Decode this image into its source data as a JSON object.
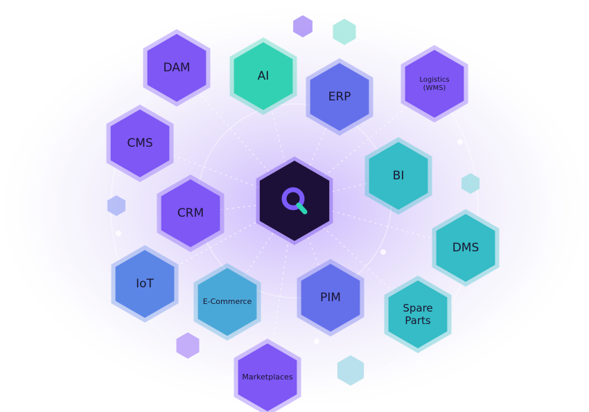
{
  "center": {
    "name": "Q",
    "fill": "#1c1038",
    "accent_primary": "#7c5cff",
    "accent_secondary": "#2ed3b4"
  },
  "palette": {
    "violet": "#7e57f5",
    "indigo": "#6470ea",
    "mint": "#33d1b3",
    "teal": "#35bcc6",
    "blue": "#5b86e6",
    "sky": "#4aa8d8"
  },
  "nodes": [
    {
      "key": "dam",
      "label": "DAM",
      "color": "violet"
    },
    {
      "key": "ai",
      "label": "AI",
      "color": "mint"
    },
    {
      "key": "erp",
      "label": "ERP",
      "color": "indigo"
    },
    {
      "key": "logistics",
      "label": "Logistics (WMS)",
      "lines": [
        "Logistics",
        "(WMS)"
      ],
      "color": "violet"
    },
    {
      "key": "cms",
      "label": "CMS",
      "color": "violet"
    },
    {
      "key": "bi",
      "label": "BI",
      "color": "teal"
    },
    {
      "key": "crm",
      "label": "CRM",
      "color": "violet"
    },
    {
      "key": "dms",
      "label": "DMS",
      "color": "teal"
    },
    {
      "key": "iot",
      "label": "IoT",
      "color": "blue"
    },
    {
      "key": "ecommerce",
      "label": "E-Commerce",
      "color": "sky"
    },
    {
      "key": "pim",
      "label": "PIM",
      "color": "indigo"
    },
    {
      "key": "spare-parts",
      "label": "Spare Parts",
      "lines": [
        "Spare",
        "Parts"
      ],
      "color": "teal"
    },
    {
      "key": "marketplaces",
      "label": "Marketplaces",
      "color": "violet"
    }
  ]
}
